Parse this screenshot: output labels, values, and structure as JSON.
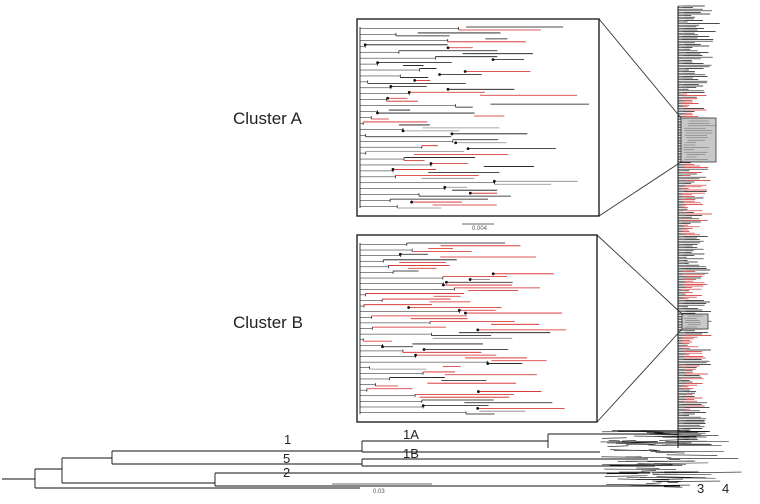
{
  "figure": {
    "clusters": [
      {
        "name": "Cluster A",
        "scale_label": "0.004"
      },
      {
        "name": "Cluster B"
      }
    ],
    "clade_labels": [
      "1",
      "1A",
      "5",
      "1B",
      "2",
      "3",
      "4"
    ],
    "main_scale_label": "0.03",
    "colors": {
      "branch_default": "#111111",
      "branch_highlight": "#d42020",
      "branch_grey": "#888888",
      "box_border": "#222222",
      "highlight_box_fill": "#c8c8c8"
    }
  }
}
